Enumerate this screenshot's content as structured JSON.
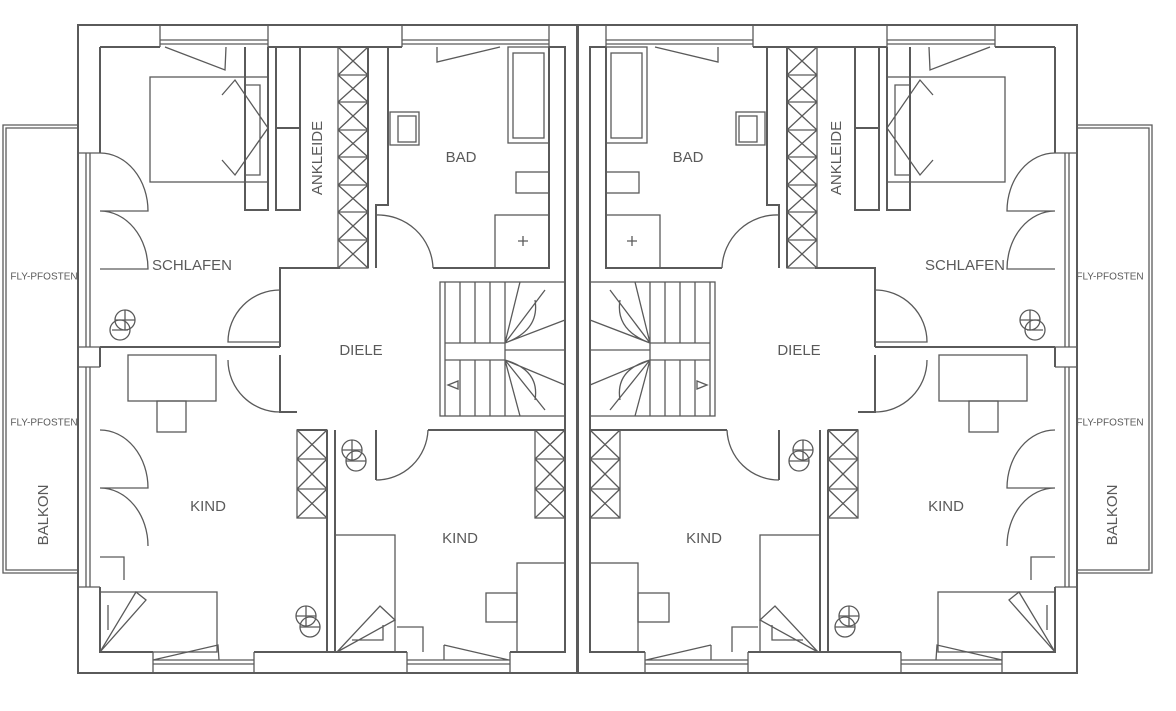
{
  "plan": {
    "left": {
      "schlafen": "SCHLAFEN",
      "ankleide": "ANKLEIDE",
      "bad": "BAD",
      "diele": "DIELE",
      "kind_1": "KIND",
      "kind_2": "KIND",
      "fly_1": "FLY-PFOSTEN",
      "fly_2": "FLY-PFOSTEN",
      "balkon": "BALKON"
    },
    "right": {
      "schlafen": "SCHLAFEN",
      "ankleide": "ANKLEIDE",
      "bad": "BAD",
      "diele": "DIELE",
      "kind_1": "KIND",
      "kind_2": "KIND",
      "fly_1": "FLY-PFOSTEN",
      "fly_2": "FLY-PFOSTEN",
      "balkon": "BALKON"
    }
  },
  "colors": {
    "line": "#5a5a5a",
    "background": "#ffffff"
  }
}
